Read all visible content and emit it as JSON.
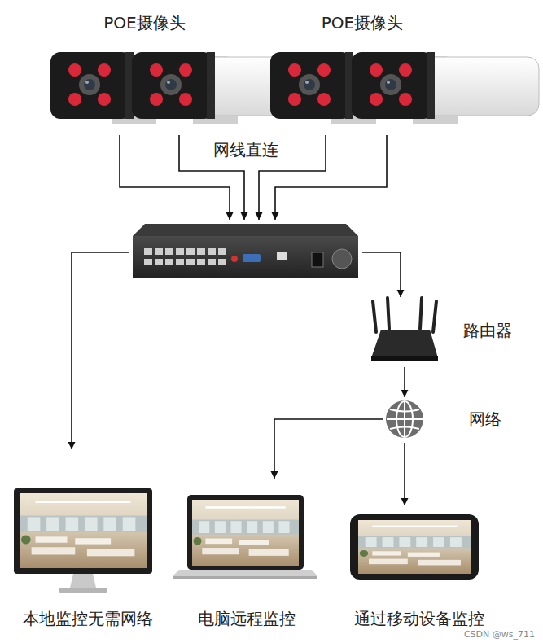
{
  "diagram": {
    "nodes": [
      {
        "text": [
          "POE摄像头"
        ]
      },
      {
        "text": [
          "POE摄像头"
        ]
      },
      {
        "text": []
      },
      {
        "text": [
          "路由器"
        ]
      },
      {
        "text": [
          "网络"
        ]
      },
      {
        "text": [
          "本地监控无需网络"
        ]
      },
      {
        "text": [
          "电脑远程监控"
        ]
      },
      {
        "text": [
          "通过移动设备监控"
        ]
      }
    ],
    "edges": [
      {
        "from": 0,
        "to": 2,
        "arrow": "to"
      },
      {
        "from": 1,
        "to": 2,
        "arrow": "to"
      },
      {
        "from": 2,
        "to": 5,
        "arrow": "to"
      },
      {
        "from": 2,
        "to": 3,
        "arrow": "to"
      },
      {
        "from": 3,
        "to": 4,
        "arrow": "to"
      },
      {
        "from": 4,
        "to": 6,
        "arrow": "to"
      },
      {
        "from": 4,
        "to": 7,
        "arrow": "to"
      }
    ],
    "labels": [
      "网线直连",
      "CSDN @ws_711"
    ]
  }
}
